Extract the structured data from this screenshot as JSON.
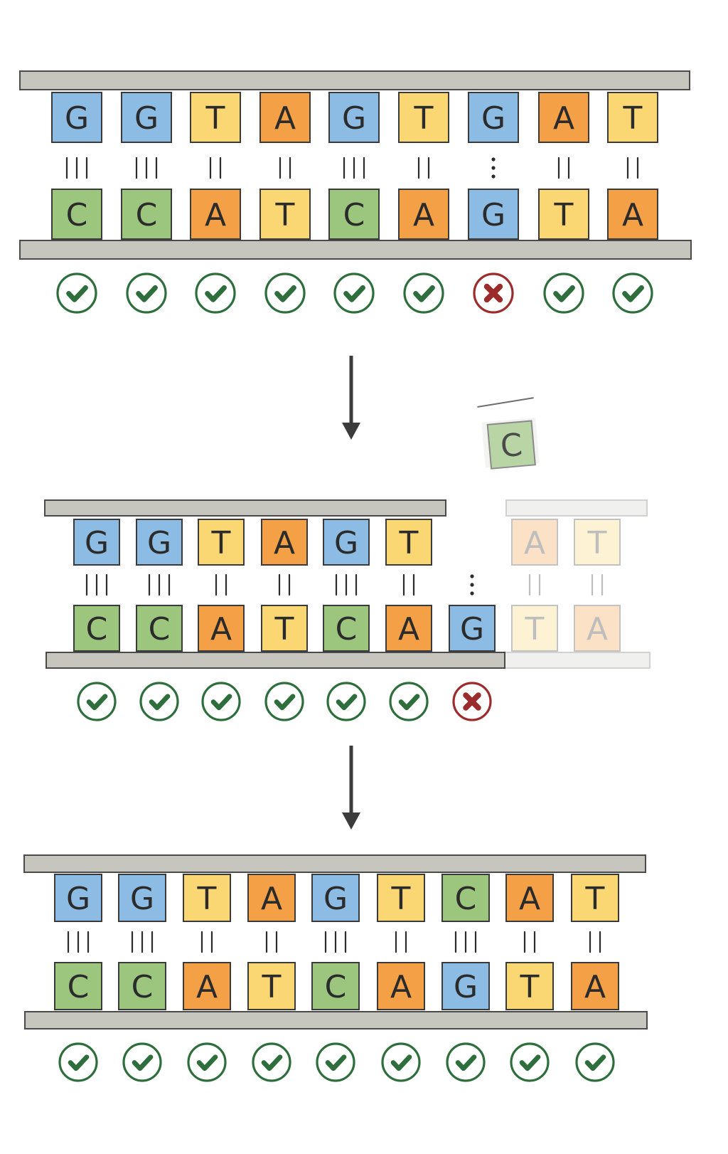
{
  "colors": {
    "A": "#f3a046",
    "T": "#fbd774",
    "G": "#8cbce3",
    "C": "#9cc57e",
    "backbone": "#c6c6bf",
    "backbone_edge": "#4a4a4a",
    "check": "#2e6e3c",
    "cross": "#9c2c2c",
    "arrow": "#3c3c3c"
  },
  "icons": {
    "match": "check-circle-icon",
    "mismatch": "x-circle-icon",
    "step": "arrow-down-icon"
  },
  "panels": [
    {
      "id": "mismatch",
      "top_strand": [
        "G",
        "G",
        "T",
        "A",
        "G",
        "T",
        "G",
        "A",
        "T"
      ],
      "bottom_strand": [
        "C",
        "C",
        "A",
        "T",
        "C",
        "A",
        "G",
        "T",
        "A"
      ],
      "bonds": [
        "|||",
        "|||",
        "||",
        "||",
        "|||",
        "||",
        ":",
        "||",
        "||"
      ],
      "status": [
        "match",
        "match",
        "match",
        "match",
        "match",
        "match",
        "mismatch",
        "match",
        "match"
      ]
    },
    {
      "id": "excision",
      "top_strand": [
        "G",
        "G",
        "T",
        "A",
        "G",
        "T",
        "",
        "A",
        "T"
      ],
      "bottom_strand": [
        "C",
        "C",
        "A",
        "T",
        "C",
        "A",
        "G",
        "T",
        "A"
      ],
      "bonds": [
        "|||",
        "|||",
        "||",
        "||",
        "|||",
        "||",
        ":",
        "||",
        "||"
      ],
      "status": [
        "match",
        "match",
        "match",
        "match",
        "match",
        "match",
        "mismatch",
        "",
        ""
      ],
      "faded": [
        7,
        8
      ],
      "removed_base": "C"
    },
    {
      "id": "repaired",
      "top_strand": [
        "G",
        "G",
        "T",
        "A",
        "G",
        "T",
        "C",
        "A",
        "T"
      ],
      "bottom_strand": [
        "C",
        "C",
        "A",
        "T",
        "C",
        "A",
        "G",
        "T",
        "A"
      ],
      "bonds": [
        "|||",
        "|||",
        "||",
        "||",
        "|||",
        "||",
        "|||",
        "||",
        "||"
      ],
      "status": [
        "match",
        "match",
        "match",
        "match",
        "match",
        "match",
        "match",
        "match",
        "match"
      ]
    }
  ]
}
